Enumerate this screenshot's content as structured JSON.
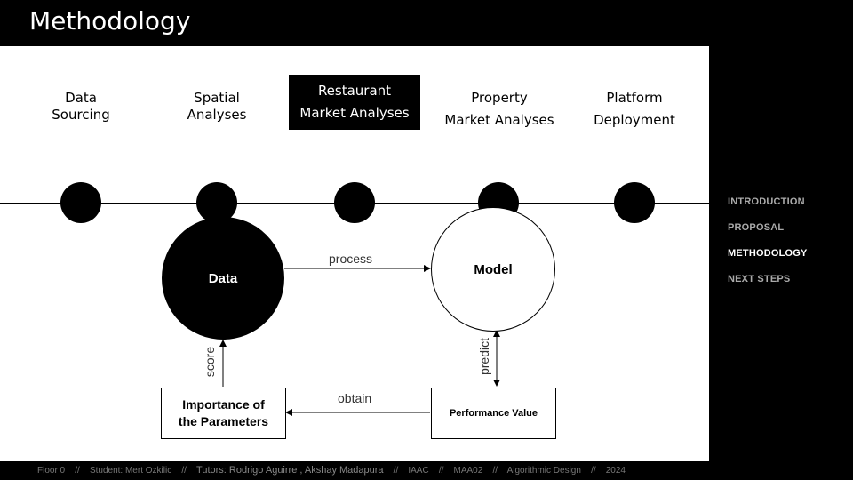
{
  "header": {
    "title": "Methodology"
  },
  "timeline": {
    "steps": [
      {
        "label_line1": "Data",
        "label_line2": "Sourcing"
      },
      {
        "label_line1": "Spatial",
        "label_line2": "Analyses"
      },
      {
        "label_line1": "Restaurant",
        "label_line2": "Market Analyses"
      },
      {
        "label_line1": "Property",
        "label_line2": "Market Analyses"
      },
      {
        "label_line1": "Platform",
        "label_line2": "Deployment"
      }
    ],
    "active_index": 2
  },
  "diagram": {
    "data_node": "Data",
    "model_node": "Model",
    "params_node_line1": "Importance of",
    "params_node_line2": "the Parameters",
    "perf_node": "Performance Value",
    "edge_process": "process",
    "edge_predict": "predict",
    "edge_obtain": "obtain",
    "edge_score": "score"
  },
  "nav": {
    "items": [
      "INTRODUCTION",
      "PROPOSAL",
      "METHODOLOGY",
      "NEXT STEPS"
    ],
    "active": "METHODOLOGY"
  },
  "footer": {
    "floor": "Floor 0",
    "student": "Student: Mert Ozkilic",
    "tutors": "Tutors: Rodrigo Aguirre , Akshay Madapura",
    "institute": "IAAC",
    "program": "MAA02",
    "course": "Algorithmic Design",
    "year": "2024",
    "separator": "//"
  },
  "colors": {
    "background": "#000000",
    "slide": "#ffffff",
    "accent": "#000000",
    "nav_inactive": "#aaaaaa",
    "nav_active": "#ffffff"
  }
}
